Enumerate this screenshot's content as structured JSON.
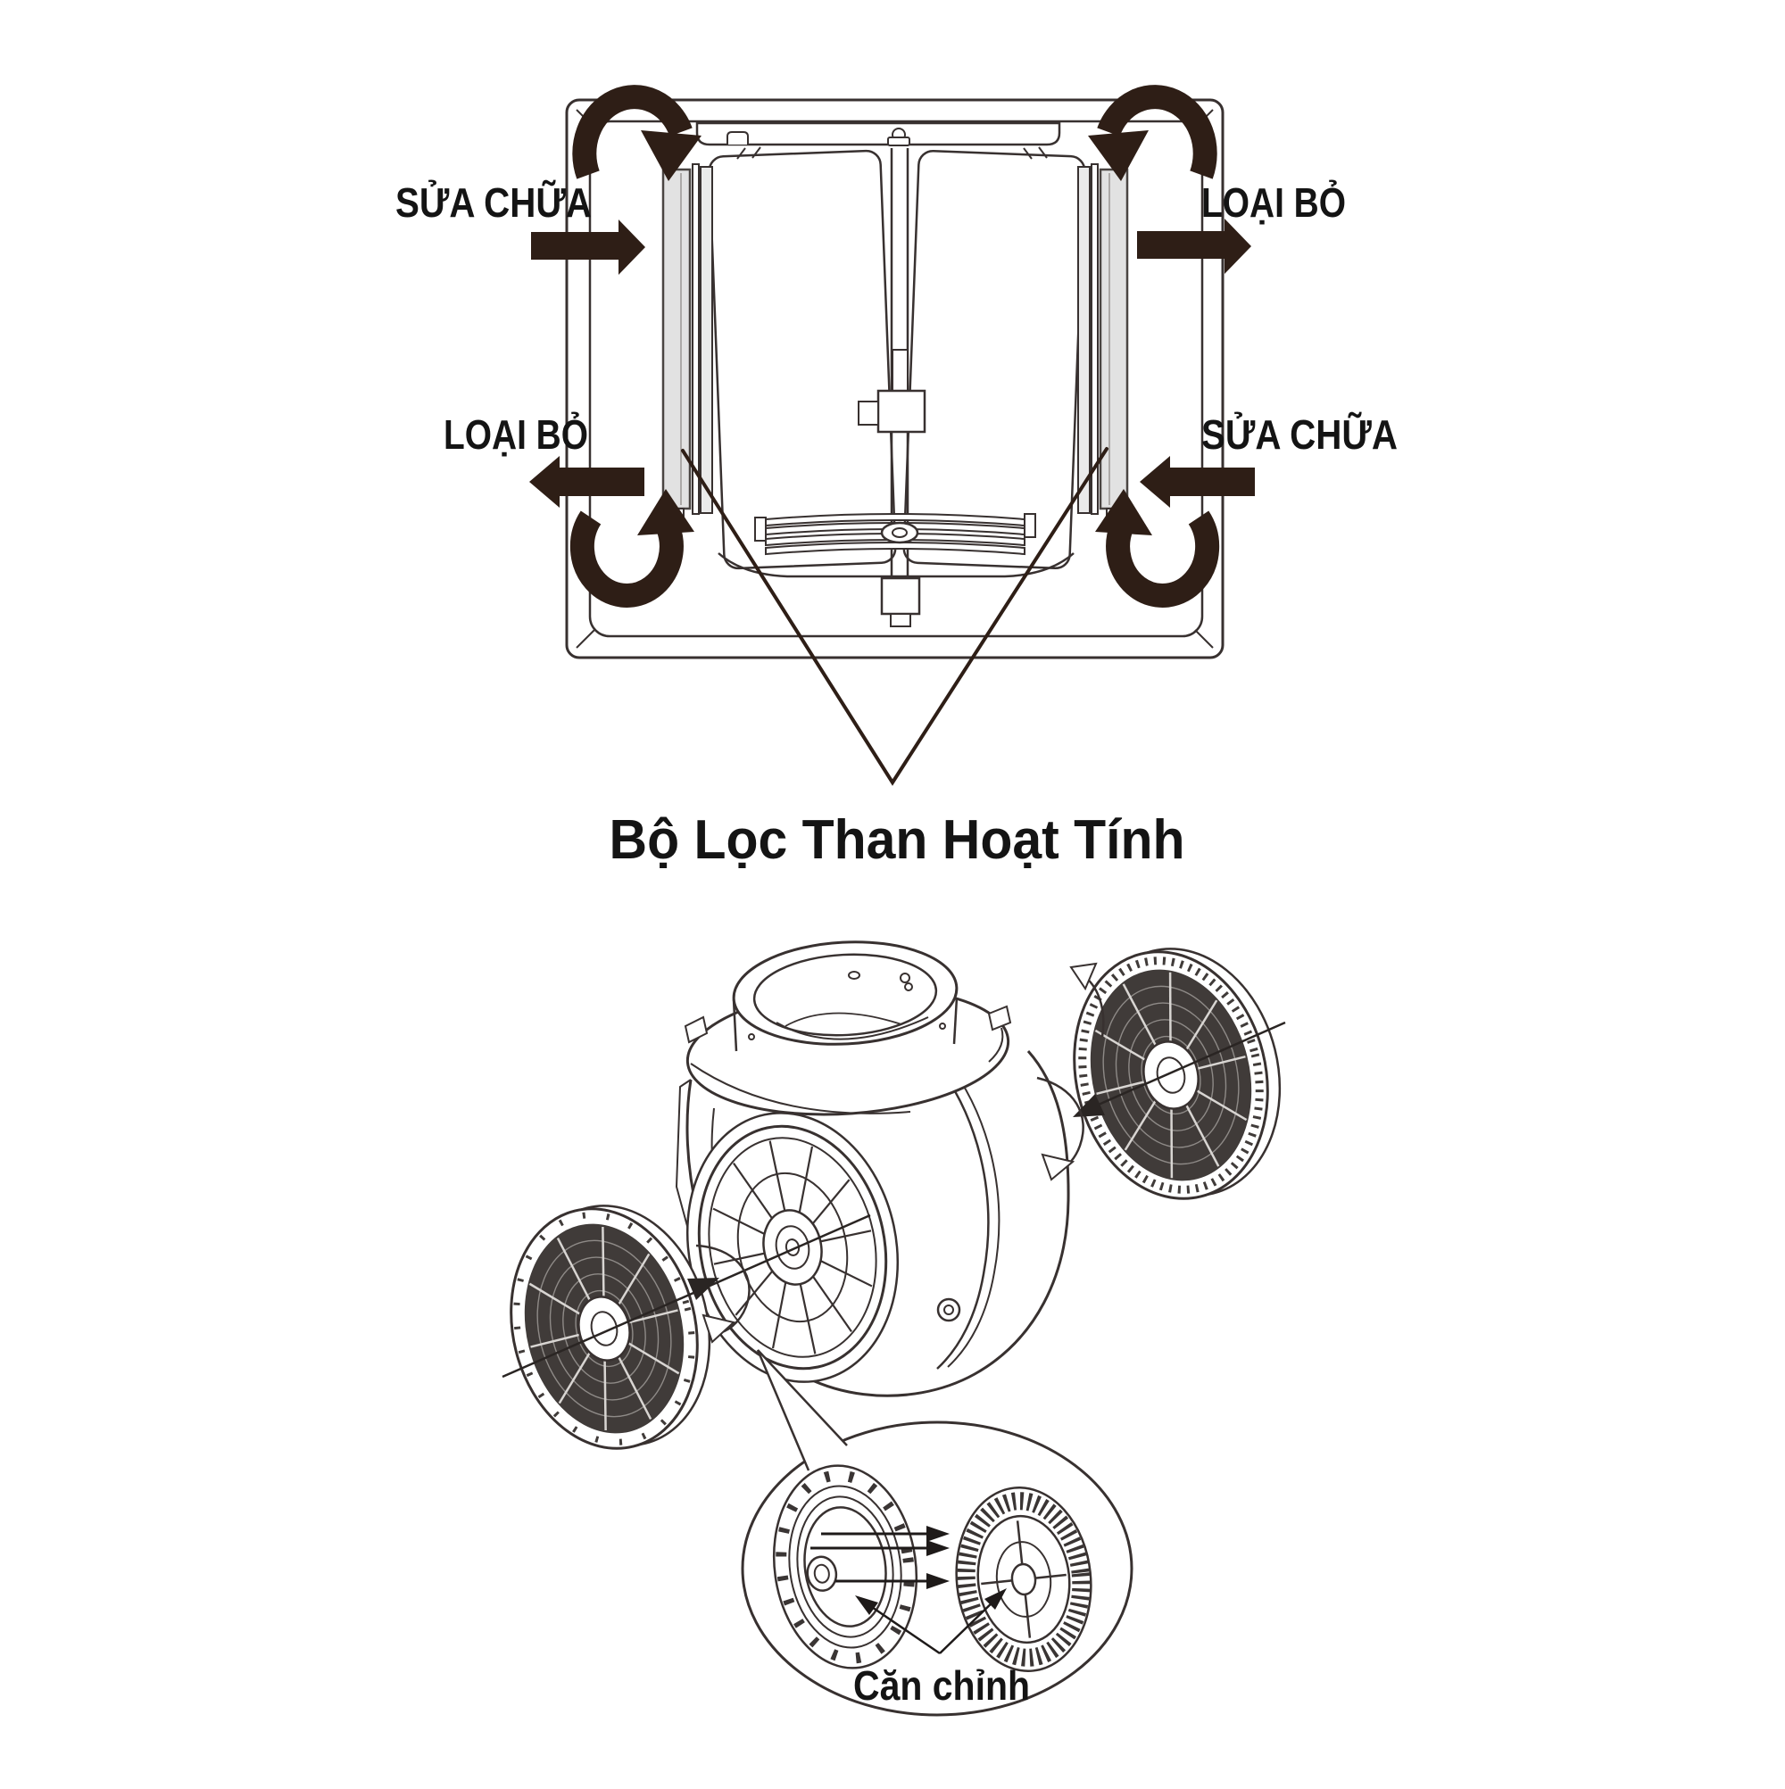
{
  "figure": {
    "background_color": "#ffffff",
    "colors": {
      "arrow_fill": "#2e1e16",
      "outline": "#383130",
      "filter_panel_gray": "#e2e2e2",
      "filter_mesh_dark": "#403b39",
      "text_color": "#141414"
    },
    "top_view": {
      "labels": {
        "top_left": "SỬA CHỮA",
        "bottom_left": "LOẠI BỎ",
        "top_right": "LOẠI BỎ",
        "bottom_right": "SỬA CHỮA"
      },
      "caption": "Bộ Lọc Than Hoạt Tính"
    },
    "exploded_view": {
      "caption": "Căn chỉnh"
    }
  }
}
